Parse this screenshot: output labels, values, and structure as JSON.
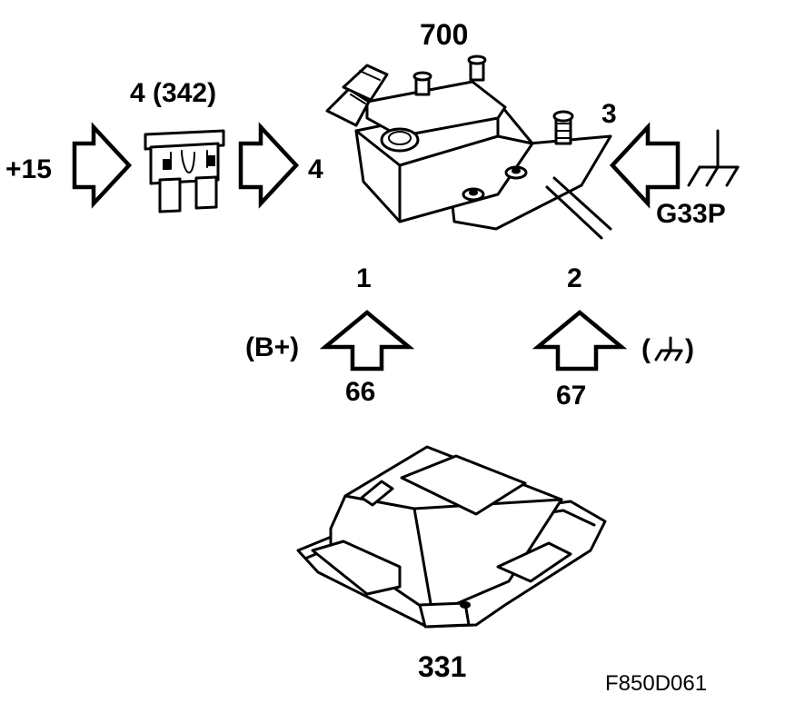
{
  "labels": {
    "plus15": "+15",
    "fuse": "4 (342)",
    "pin4": "4",
    "device_700": "700",
    "pin3": "3",
    "ground_point": "G33P",
    "pin1": "1",
    "pin2": "2",
    "b_plus": "(B+)",
    "ground_paren_left": "(",
    "ground_paren_right": ")",
    "wire66": "66",
    "wire67": "67",
    "device_331": "331",
    "figure_code": "F850D061"
  },
  "colors": {
    "ink": "#000000",
    "paper": "#ffffff"
  },
  "icons": [
    "fuse-icon",
    "ground-icon",
    "relay-unit-700",
    "control-module-331"
  ]
}
